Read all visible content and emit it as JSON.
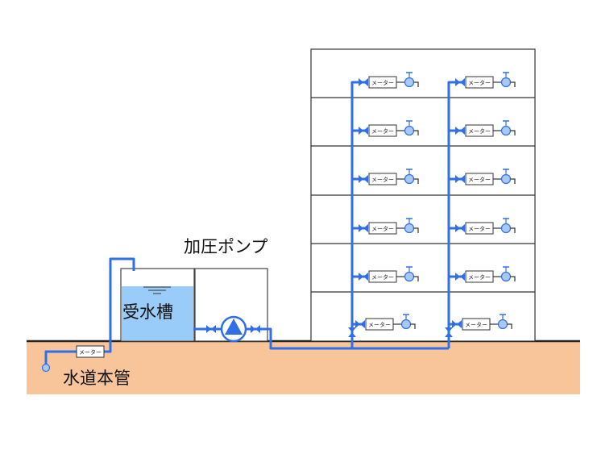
{
  "labels": {
    "booster_pump": "加圧ポンプ",
    "receiving_tank": "受水槽",
    "water_main": "水道本管"
  },
  "meter_text": "メーター",
  "building": {
    "floors": 6,
    "risers": 2
  },
  "colors": {
    "pipe": "#2f6fe8",
    "ground": "#f8c49a",
    "ground_line": "#222222",
    "tank_water": "#99ccf8",
    "valve_fill": "#a9c8f4",
    "pump_blue": "#2f6fe8",
    "structure": "#555555"
  }
}
